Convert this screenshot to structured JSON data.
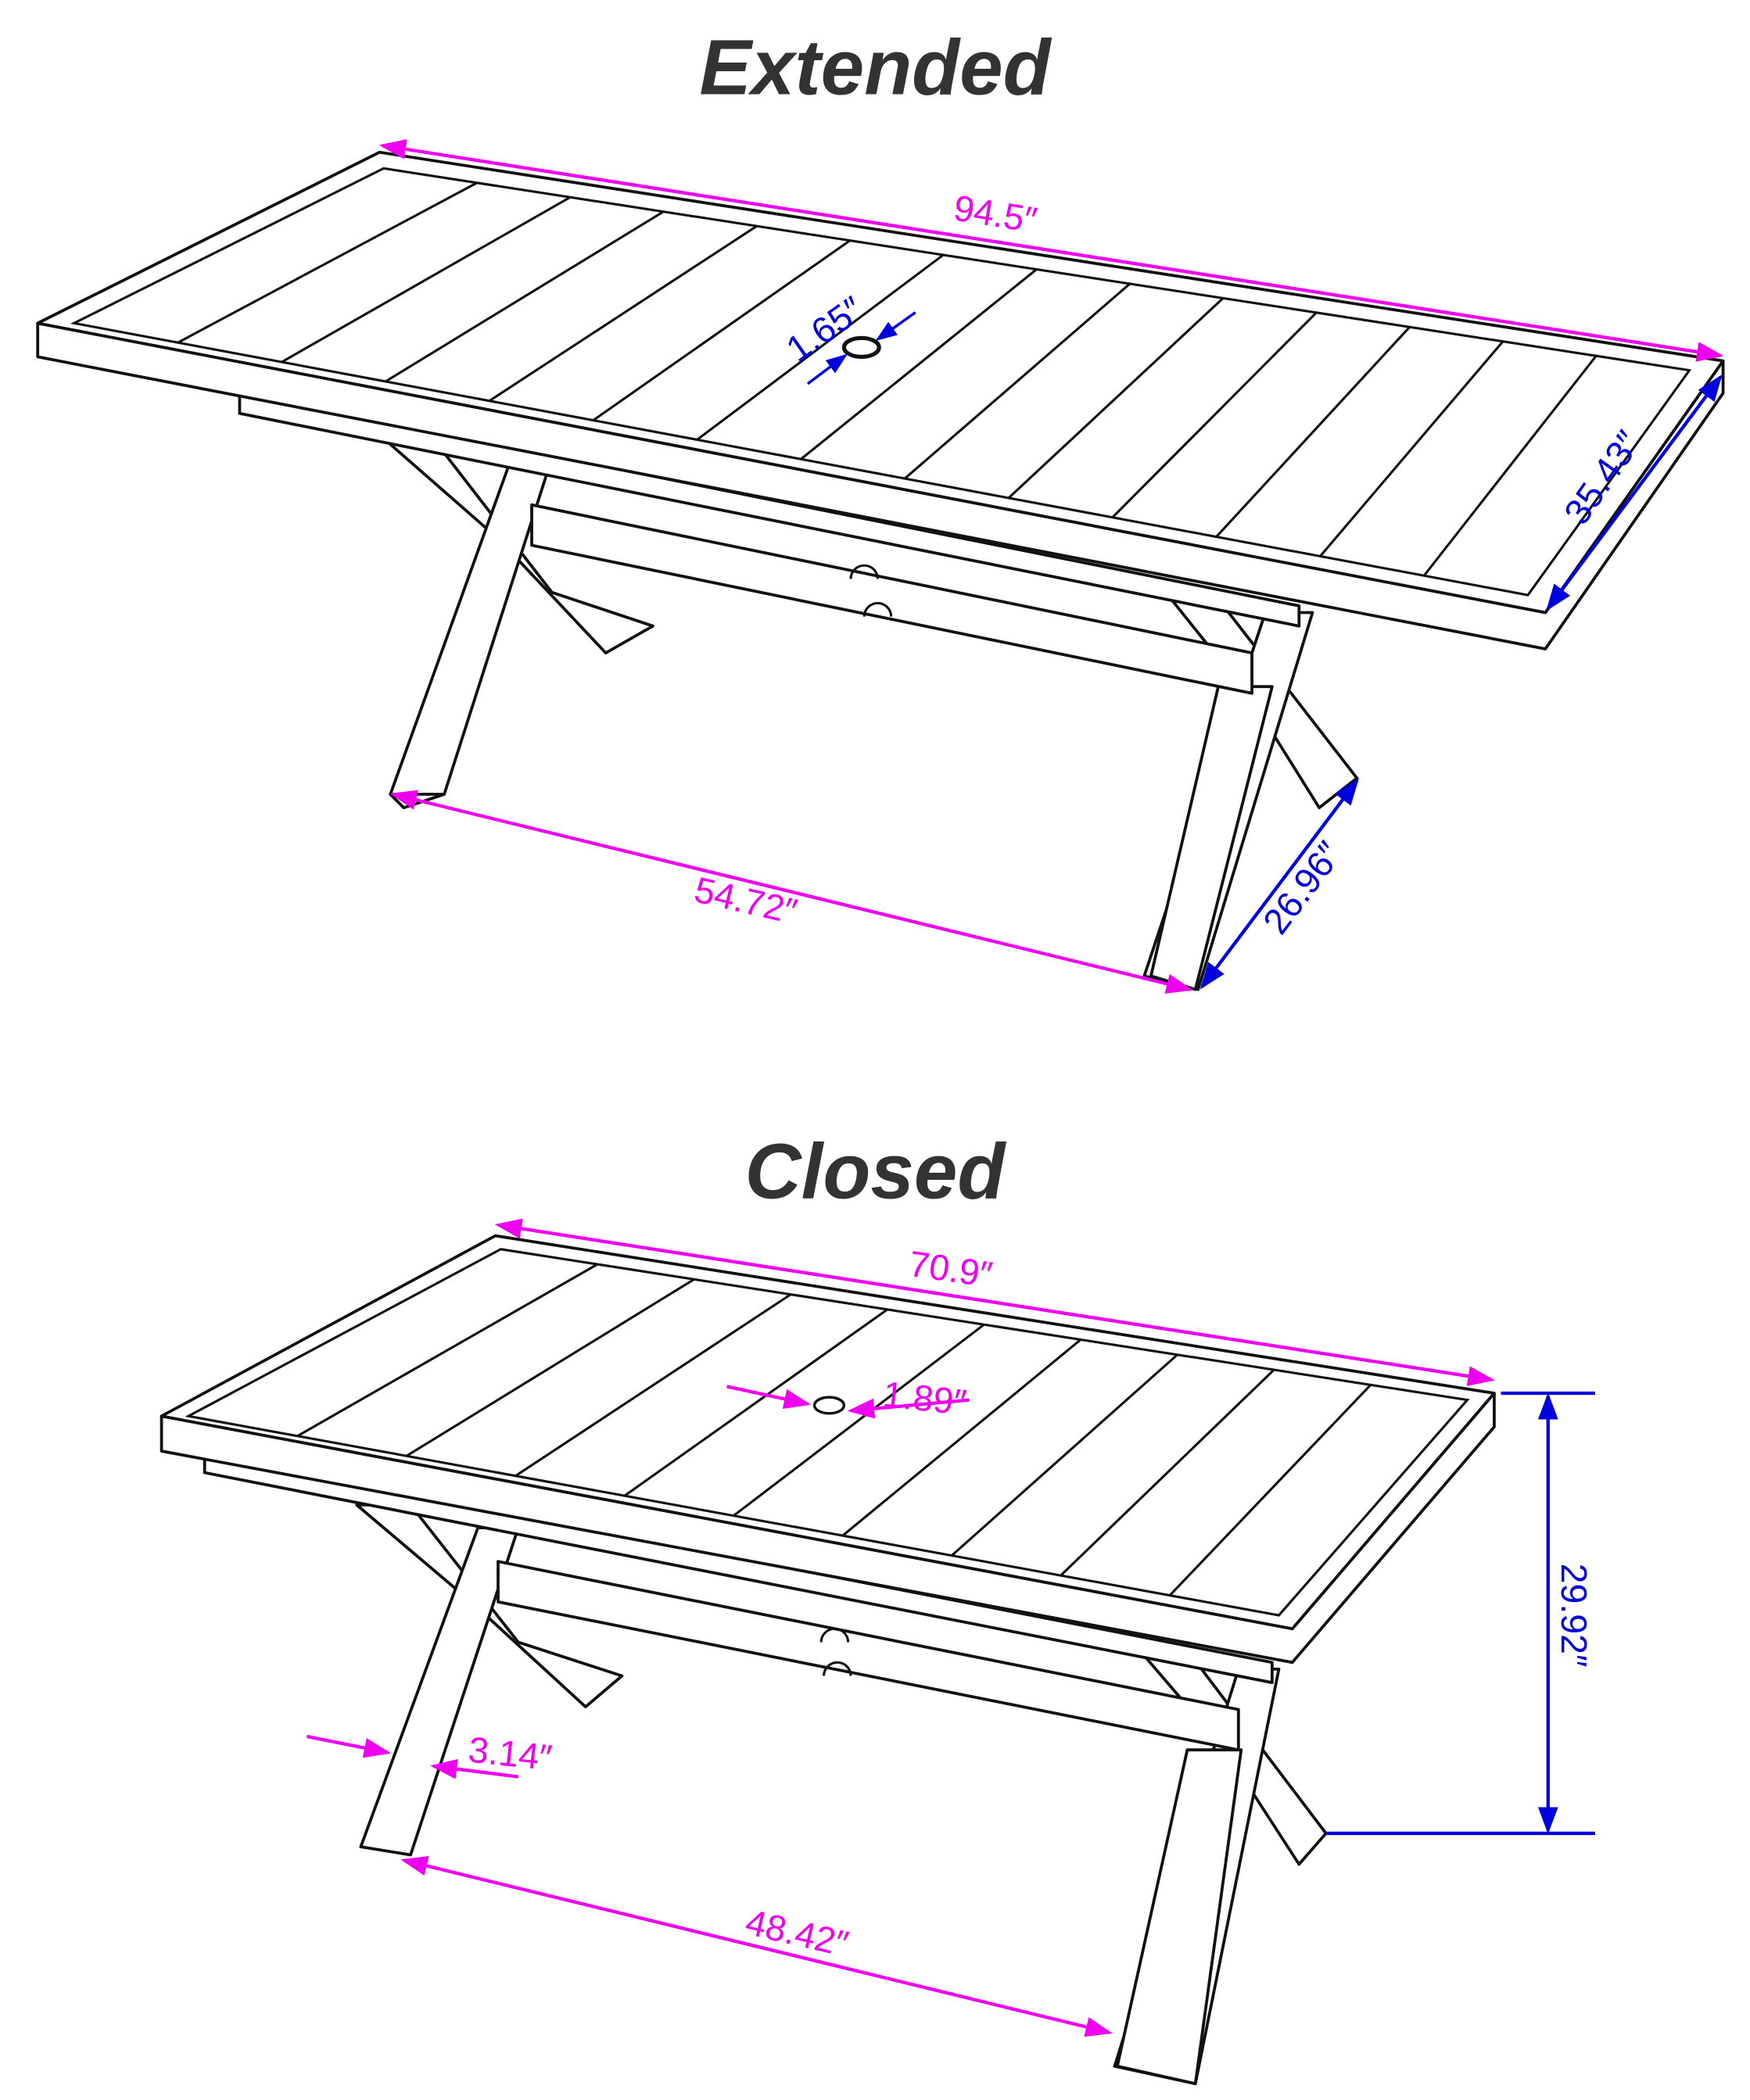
{
  "extended": {
    "title": "Extended",
    "dims": {
      "length": "94.5″",
      "width": "35.43″",
      "umbrella_hole": "1.65″",
      "leg_span": "54.72″",
      "leg_depth": "26.96″"
    },
    "colors": {
      "length": "#ee00ee",
      "width": "#0000dd"
    }
  },
  "closed": {
    "title": "Closed",
    "dims": {
      "length": "70.9″",
      "umbrella_hole": "1.89″",
      "height": "29.92″",
      "leg_width": "3.14″",
      "leg_span": "48.42″"
    }
  },
  "colors": {
    "magenta": "#ee00ee",
    "blue": "#0000dd",
    "line": "#111111",
    "title": "#333333"
  }
}
